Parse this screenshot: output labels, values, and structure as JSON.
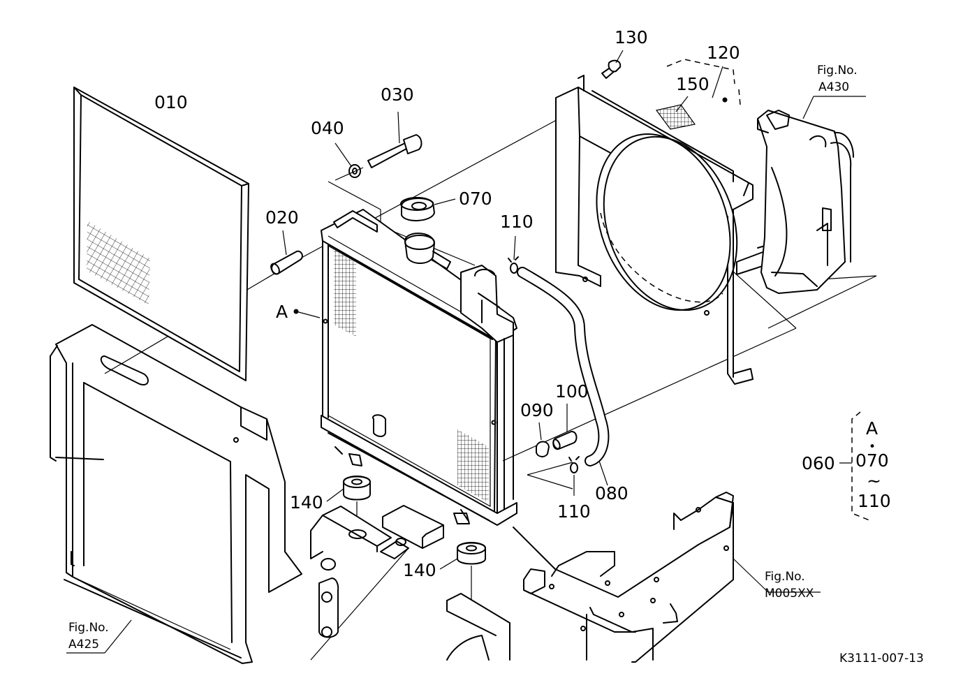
{
  "callouts": {
    "p010": "010",
    "p020": "020",
    "p030": "030",
    "p040": "040",
    "p060": "060",
    "p070": "070",
    "p080": "080",
    "p090": "090",
    "p100": "100",
    "p110_top": "110",
    "p110_bottom": "110",
    "p120": "120",
    "p130": "130",
    "p140_left": "140",
    "p140_right": "140",
    "p150": "150",
    "assembly_a": "A"
  },
  "group_bracket": {
    "head": "A",
    "dot": "•",
    "from": "070",
    "tilde": "~",
    "to": "110"
  },
  "figure_refs": {
    "a430_title": "Fig.No.",
    "a430_code": "A430",
    "a425_title": "Fig.No.",
    "a425_code": "A425",
    "m005_title": "Fig.No.",
    "m005_code": "M005XX"
  },
  "drawing_code": "K3111-007-13"
}
